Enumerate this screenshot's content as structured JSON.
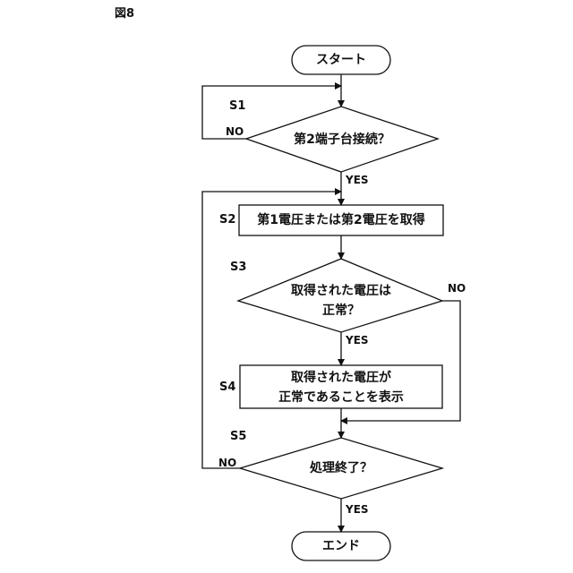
{
  "figure_label": "図8",
  "nodes": {
    "start": {
      "label": "スタート"
    },
    "s1": {
      "label": "第2端子台接続？"
    },
    "s2": {
      "label": "第1電圧または第2電圧を取得"
    },
    "s3": {
      "line1": "取得された電圧は",
      "line2": "正常？"
    },
    "s4": {
      "line1": "取得された電圧が",
      "line2": "正常であることを表示"
    },
    "s5": {
      "label": "処理終了？"
    },
    "end": {
      "label": "エンド"
    }
  },
  "step_labels": {
    "s1": "S1",
    "s2": "S2",
    "s3": "S3",
    "s4": "S4",
    "s5": "S5"
  },
  "branch_labels": {
    "s1_no": "NO",
    "s1_yes": "YES",
    "s3_no": "NO",
    "s3_yes": "YES",
    "s5_no": "NO",
    "s5_yes": "YES"
  },
  "colors": {
    "stroke": "#111111",
    "background": "#ffffff",
    "text": "#111111"
  }
}
